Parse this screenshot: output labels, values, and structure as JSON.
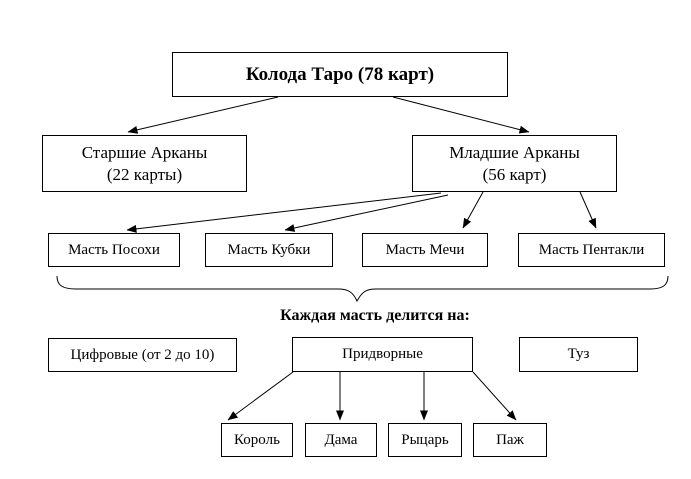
{
  "diagram": {
    "title_node": {
      "label": "Колода Таро (78 карт)"
    },
    "level2": {
      "major_arcana": {
        "label": "Старшие Арканы\n(22 карты)"
      },
      "minor_arcana": {
        "label": "Младшие Арканы\n(56 карт)"
      }
    },
    "suits": [
      {
        "label": "Масть Посохи"
      },
      {
        "label": "Масть Кубки"
      },
      {
        "label": "Масть Мечи"
      },
      {
        "label": "Масть Пентакли"
      }
    ],
    "brace_caption": "Каждая масть делится на:",
    "divisions": [
      {
        "label": "Цифровые (от 2 до 10)"
      },
      {
        "label": "Придворные"
      },
      {
        "label": "Туз"
      }
    ],
    "court_cards": [
      {
        "label": "Король"
      },
      {
        "label": "Дама"
      },
      {
        "label": "Рыцарь"
      },
      {
        "label": "Паж"
      }
    ],
    "colors": {
      "line": "#000000",
      "text": "#000000",
      "background": "#ffffff"
    }
  }
}
